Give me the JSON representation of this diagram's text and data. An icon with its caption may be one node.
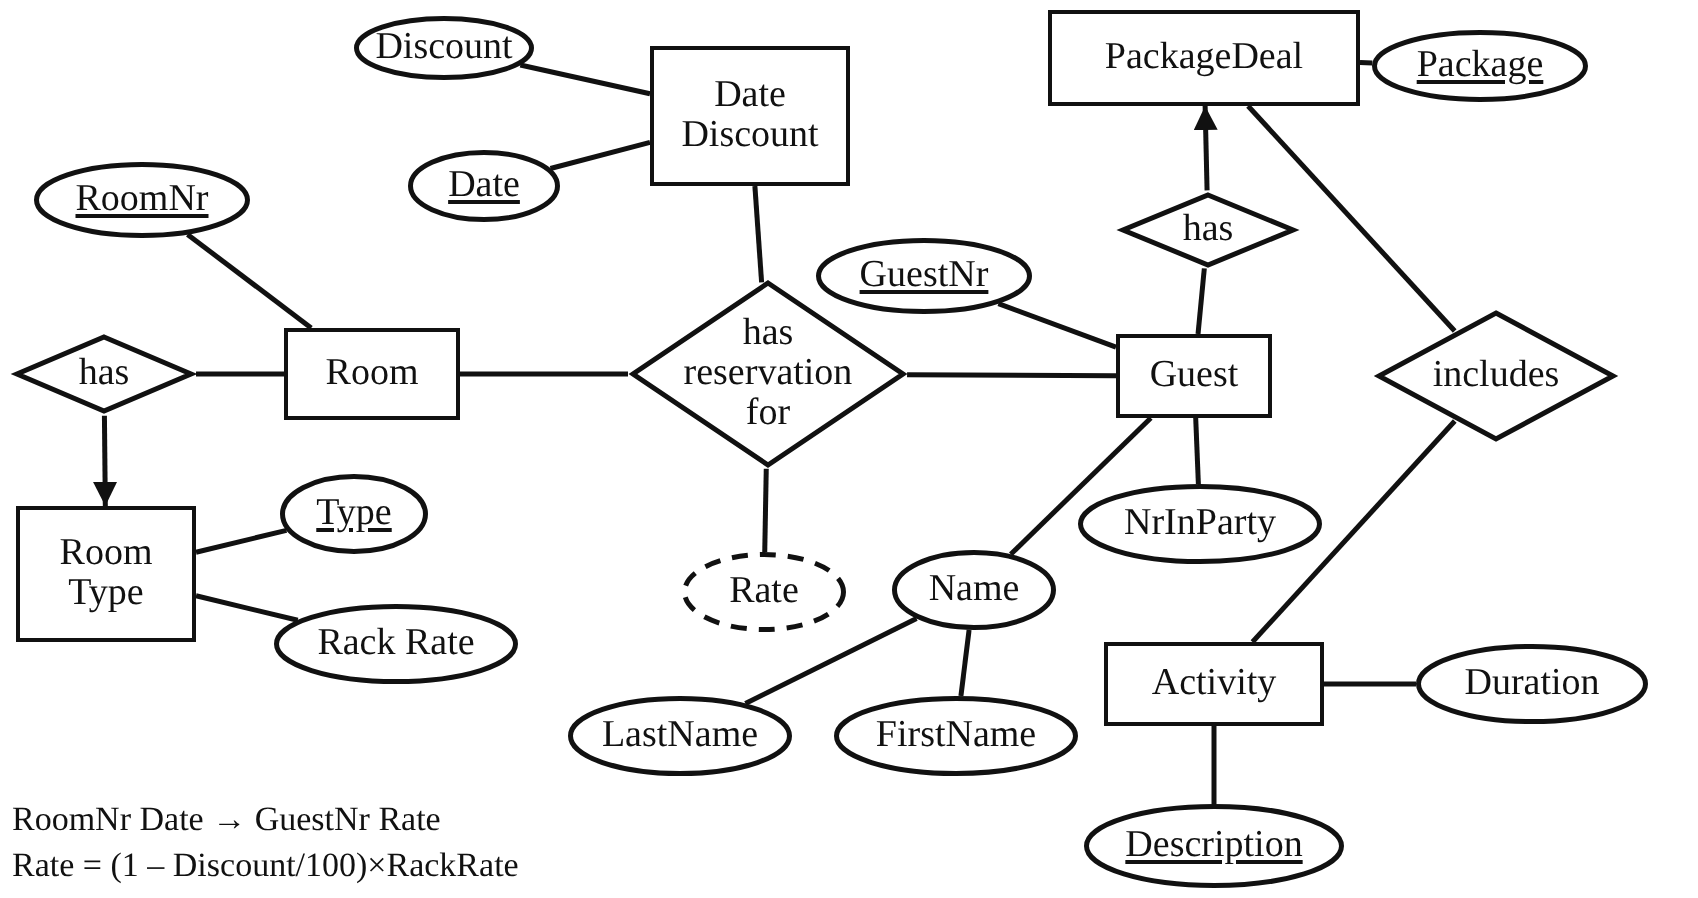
{
  "diagram": {
    "nodes": [
      {
        "text": [
          "Discount"
        ]
      },
      {
        "text": [
          "Date Discount"
        ]
      },
      {
        "text": [
          "Date"
        ]
      },
      {
        "text": [
          "PackageDeal"
        ]
      },
      {
        "text": [
          "Package"
        ]
      },
      {
        "text": [
          "RoomNr"
        ]
      },
      {
        "text": [
          "has"
        ]
      },
      {
        "text": [
          "Room"
        ]
      },
      {
        "text": [
          "has reservation for"
        ]
      },
      {
        "text": [
          "has"
        ]
      },
      {
        "text": [
          "GuestNr"
        ]
      },
      {
        "text": [
          "Guest"
        ]
      },
      {
        "text": [
          "includes"
        ]
      },
      {
        "text": [
          "Room Type"
        ]
      },
      {
        "text": [
          "Type"
        ]
      },
      {
        "text": [
          "Rack Rate"
        ]
      },
      {
        "text": [
          "NrInParty"
        ]
      },
      {
        "text": [
          "Rate"
        ]
      },
      {
        "text": [
          "Name"
        ]
      },
      {
        "text": [
          "Activity"
        ]
      },
      {
        "text": [
          "Duration"
        ]
      },
      {
        "text": [
          "LastName"
        ]
      },
      {
        "text": [
          "FirstName"
        ]
      },
      {
        "text": [
          "Description"
        ]
      }
    ],
    "edges": [
      {
        "from": 0,
        "to": 1,
        "arrow": "none"
      },
      {
        "from": 2,
        "to": 1,
        "arrow": "none"
      },
      {
        "from": 1,
        "to": 8,
        "arrow": "none"
      },
      {
        "from": 3,
        "to": 4,
        "arrow": "none"
      },
      {
        "from": 9,
        "to": 3,
        "arrow": "to"
      },
      {
        "from": 9,
        "to": 11,
        "arrow": "none"
      },
      {
        "from": 3,
        "to": 12,
        "arrow": "none"
      },
      {
        "from": 12,
        "to": 19,
        "arrow": "none"
      },
      {
        "from": 5,
        "to": 7,
        "arrow": "none"
      },
      {
        "from": 6,
        "to": 7,
        "arrow": "none"
      },
      {
        "from": 6,
        "to": 13,
        "arrow": "to"
      },
      {
        "from": 7,
        "to": 8,
        "arrow": "none"
      },
      {
        "from": 8,
        "to": 11,
        "arrow": "none"
      },
      {
        "from": 10,
        "to": 11,
        "arrow": "none"
      },
      {
        "from": 11,
        "to": 16,
        "arrow": "none"
      },
      {
        "from": 11,
        "to": 18,
        "arrow": "none"
      },
      {
        "from": 8,
        "to": 17,
        "arrow": "none"
      },
      {
        "from": 13,
        "to": 14,
        "arrow": "none"
      },
      {
        "from": 13,
        "to": 15,
        "arrow": "none"
      },
      {
        "from": 18,
        "to": 21,
        "arrow": "none"
      },
      {
        "from": 18,
        "to": 22,
        "arrow": "none"
      },
      {
        "from": 19,
        "to": 20,
        "arrow": "none"
      },
      {
        "from": 19,
        "to": 23,
        "arrow": "none"
      }
    ],
    "labels": [
      "RoomNr Date → GuestNr Rate",
      "Rate = (1 – Discount/100)×RackRate"
    ]
  }
}
